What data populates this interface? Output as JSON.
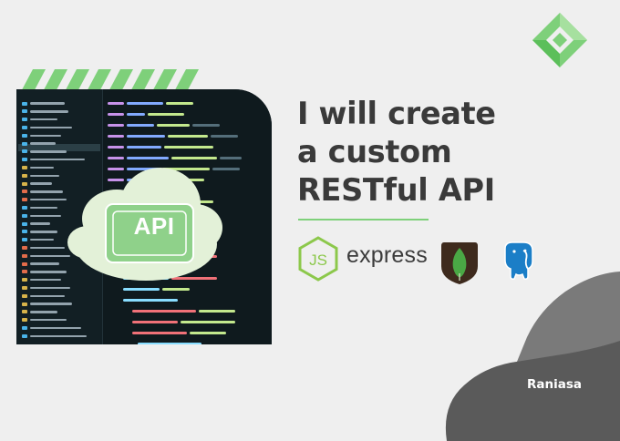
{
  "headline": {
    "line1": "I will create",
    "line2": "a custom",
    "line3": "RESTful API"
  },
  "badge": {
    "api_label": "API"
  },
  "tech": {
    "node_label": "JS",
    "express_label": "express"
  },
  "author": {
    "name": "Raniasa"
  },
  "colors": {
    "background": "#efefef",
    "accent_green": "#7ed07a",
    "headline": "#3a3a3a",
    "blob_dark": "#5a5a5a",
    "blob_mid": "#7a7a7a",
    "mongo_green": "#4aa845",
    "postgres_blue": "#1b7ec7",
    "node_green": "#8cc84b"
  },
  "icons": [
    "diamond-logo-icon",
    "nodejs-icon",
    "mongodb-icon",
    "postgresql-icon",
    "api-cloud-icon"
  ]
}
